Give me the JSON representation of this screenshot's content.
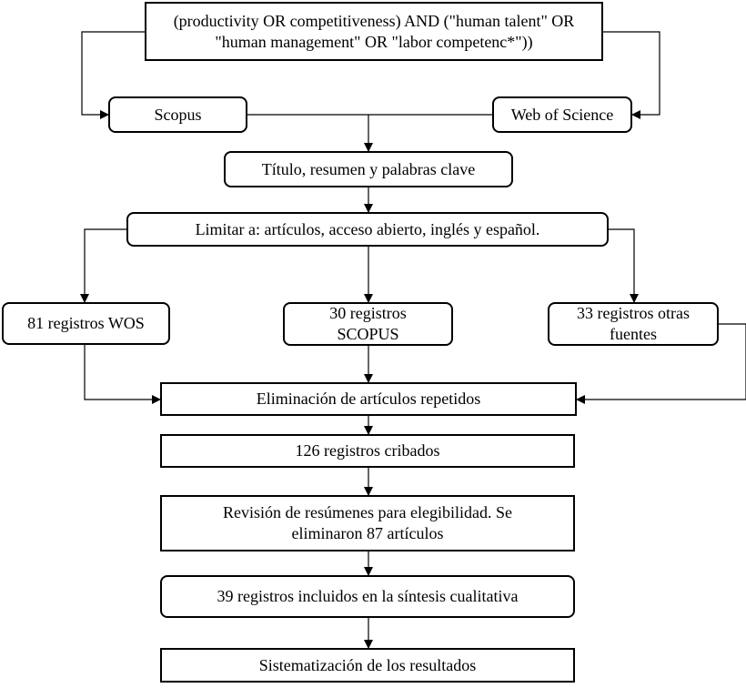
{
  "nodes": {
    "query": "(productivity OR competitiveness) AND (\"human talent\" OR \"human management\" OR \"labor competenc*\"))",
    "scopus": "Scopus",
    "wos": "Web of Science",
    "title_abstract": "Título, resumen y palabras clave",
    "limit": "Limitar a: artículos, acceso abierto, inglés y español.",
    "records_wos": "81 registros WOS",
    "records_scopus": "30 registros SCOPUS",
    "records_other": "33 registros otras fuentes",
    "remove_duplicates": "Eliminación de artículos repetidos",
    "screened": "126 registros cribados",
    "abstract_review": "Revisión de resúmenes para elegibilidad.  Se eliminaron 87 artículos",
    "included": "39 registros incluidos en la síntesis cualitativa",
    "systematization": "Sistematización de los resultados"
  }
}
